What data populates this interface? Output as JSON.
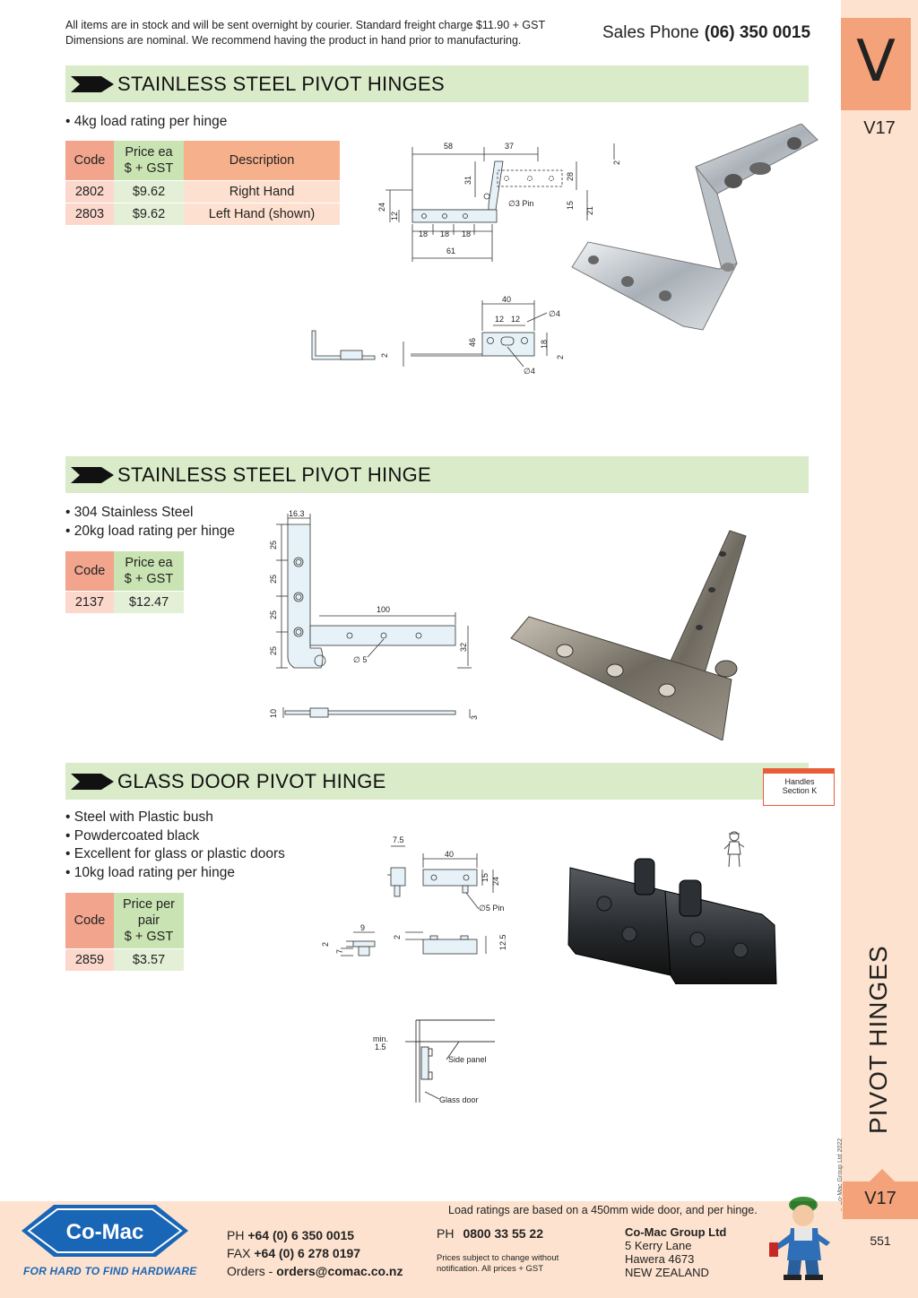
{
  "header": {
    "note_line1": "All items are in stock and will be sent overnight by courier. Standard freight charge $11.90 + GST",
    "note_line2": "Dimensions are nominal. We recommend having the product in hand prior to manufacturing.",
    "sales_label": "Sales Phone",
    "sales_phone": "(06) 350 0015"
  },
  "side": {
    "letter": "V",
    "code": "V17",
    "title": "PIVOT HINGES",
    "copyright": "© Co-Mac Group Ltd 2022",
    "page_number": "551"
  },
  "sections": [
    {
      "title": "STAINLESS STEEL PIVOT HINGES",
      "bullets": [
        "• 4kg load rating per hinge"
      ],
      "table": {
        "headers": [
          "Code",
          "Price ea",
          "$ + GST",
          "Description"
        ],
        "rows": [
          {
            "code": "2802",
            "price": "$9.62",
            "desc": "Right Hand"
          },
          {
            "code": "2803",
            "price": "$9.62",
            "desc": "Left Hand (shown)"
          }
        ]
      },
      "dims": {
        "d58": "58",
        "d37": "37",
        "d2": "2",
        "d31": "31",
        "d28": "28",
        "d24": "24",
        "d12": "12",
        "pin": "∅3 Pin",
        "d15": "15",
        "d21": "21",
        "d18a": "18",
        "d18b": "18",
        "d18c": "18",
        "d61": "61",
        "d40": "40",
        "d12a": "12",
        "d12b": "12",
        "d4a": "∅4",
        "d46": "46",
        "d18": "18",
        "d2b": "2",
        "d2c": "2",
        "d4b": "∅4"
      }
    },
    {
      "title": "STAINLESS STEEL PIVOT HINGE",
      "bullets": [
        "• 304 Stainless Steel",
        "• 20kg load rating per hinge"
      ],
      "table": {
        "headers": [
          "Code",
          "Price ea",
          "$ + GST"
        ],
        "rows": [
          {
            "code": "2137",
            "price": "$12.47"
          }
        ]
      },
      "dims": {
        "d163": "16.3",
        "d25a": "25",
        "d25b": "25",
        "d25c": "25",
        "d25d": "25",
        "d100": "100",
        "d5": "∅ 5",
        "d32": "32",
        "d10": "10",
        "d3": "3"
      }
    },
    {
      "title": "GLASS DOOR PIVOT HINGE",
      "bullets": [
        "• Steel with Plastic bush",
        "• Powdercoated black",
        "• Excellent for glass or plastic doors",
        "• 10kg load rating per hinge"
      ],
      "table": {
        "headers": [
          "Code",
          "Price per",
          "pair",
          "$ + GST"
        ],
        "rows": [
          {
            "code": "2859",
            "price": "$3.57"
          }
        ]
      },
      "dims": {
        "d75": "7.5",
        "d40": "40",
        "d15": "15",
        "d24": "24",
        "pin": "∅5 Pin",
        "d9": "9",
        "d2a": "2",
        "d7": "7",
        "d2b": "2",
        "d125": "12.5",
        "min": "min.",
        "min_val": "1.5",
        "side_panel": "Side panel",
        "glass_door": "Glass door"
      },
      "handles_note": {
        "line1": "Handles",
        "line2": "Section K"
      }
    }
  ],
  "footer": {
    "load_note": "Load ratings are based on a 450mm wide door, and per hinge.",
    "logo_text": "Co-Mac",
    "tagline": "FOR HARD TO FIND HARDWARE",
    "ph_label": "PH",
    "ph": "+64 (0) 6 350 0015",
    "fax_label": "FAX",
    "fax": "+64 (0) 6 278 0197",
    "orders_label": "Orders -",
    "orders": "orders@comac.co.nz",
    "ph2_label": "PH",
    "ph2": "0800 33 55 22",
    "terms_line1": "Prices subject to change without",
    "terms_line2": "notification. All prices + GST",
    "company": "Co-Mac Group Ltd",
    "addr1": "5 Kerry Lane",
    "addr2": "Hawera 4673",
    "addr3": "NEW ZEALAND"
  },
  "colors": {
    "section_bar": "#d9ebc9",
    "side_tab": "#f4a27a",
    "side_bg": "#fde3cf",
    "brand_blue": "#1a66b6"
  }
}
